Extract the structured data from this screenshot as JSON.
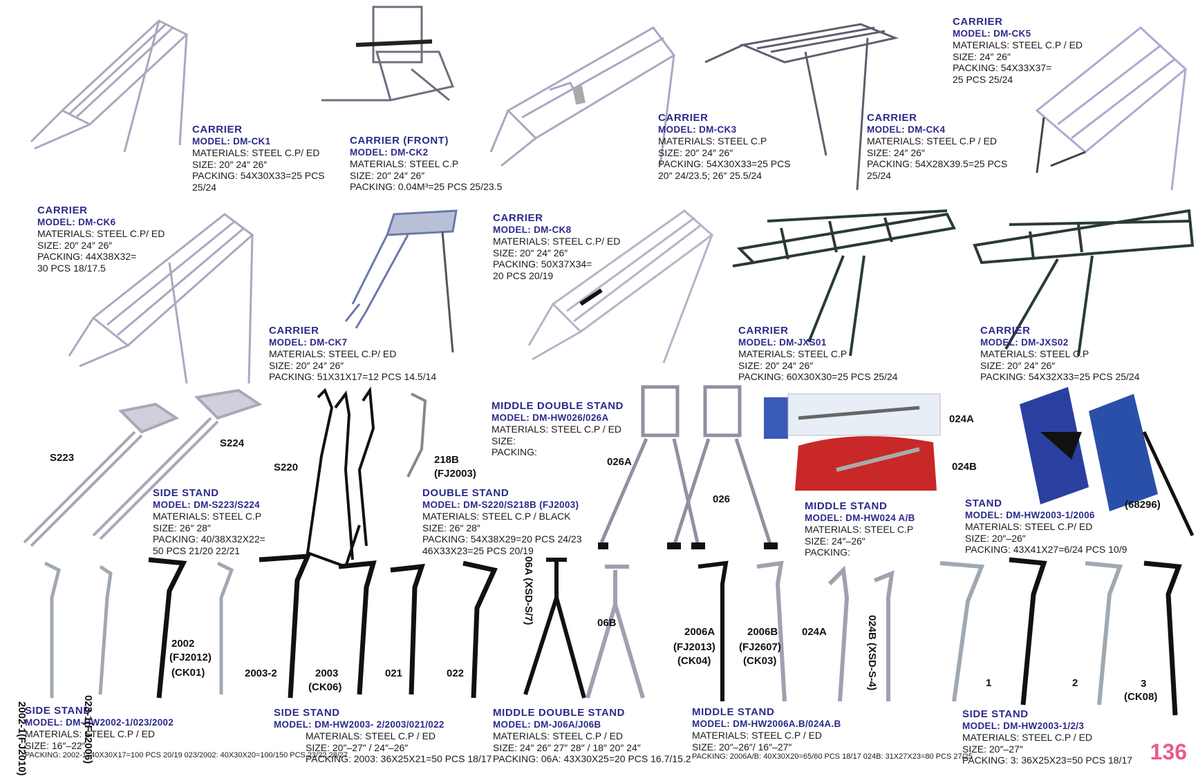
{
  "page_number": "136",
  "products": {
    "ck1": {
      "title": "CARRIER",
      "model": "MODEL: DM-CK1",
      "lines": [
        "MATERIALS:  STEEL C.P/ ED",
        "SIZE:  20″  24″  26″",
        "PACKING:  54X30X33=25 PCS",
        "25/24"
      ]
    },
    "ck2": {
      "title": "CARRIER (FRONT)",
      "model": "MODEL: DM-CK2",
      "lines": [
        "MATERIALS:  STEEL C.P",
        "SIZE:  20″  24″  26″",
        "PACKING:  0.04M³=25 PCS   25/23.5"
      ]
    },
    "ck3": {
      "title": "CARRIER",
      "model": "MODEL: DM-CK3",
      "lines": [
        "MATERIALS:  STEEL C.P",
        "SIZE:  20″  24″  26″",
        "PACKING: 54X30X33=25 PCS",
        "20″  24/23.5;  26″  25.5/24"
      ]
    },
    "ck4": {
      "title": "CARRIER",
      "model": "MODEL: DM-CK4",
      "lines": [
        "MATERIALS:  STEEL C.P / ED",
        "SIZE:  24″  26″",
        "PACKING:  54X28X39.5=25 PCS",
        "25/24"
      ]
    },
    "ck5": {
      "title": "CARRIER",
      "model": "MODEL: DM-CK5",
      "lines": [
        "MATERIALS:  STEEL C.P / ED",
        "SIZE:  24″  26″",
        "PACKING: 54X33X37=",
        "25 PCS     25/24"
      ]
    },
    "ck6": {
      "title": "CARRIER",
      "model": "MODEL: DM-CK6",
      "lines": [
        "MATERIALS:  STEEL  C.P/ ED",
        "SIZE:  20″  24″  26″",
        "PACKING:  44X38X32=",
        "30 PCS   18/17.5"
      ]
    },
    "ck7": {
      "title": "CARRIER",
      "model": "MODEL: DM-CK7",
      "lines": [
        "MATERIALS:  STEEL  C.P/ ED",
        "SIZE:  20″  24″  26″",
        "PACKING:  51X31X17=12 PCS   14.5/14"
      ]
    },
    "ck8": {
      "title": "CARRIER",
      "model": "MODEL: DM-CK8",
      "lines": [
        "MATERIALS:  STEEL  C.P/ ED",
        "SIZE:  20″  24″  26″",
        "PACKING:  50X37X34=",
        "20 PCS   20/19"
      ]
    },
    "jxs01": {
      "title": "CARRIER",
      "model": "MODEL: DM-JXS01",
      "lines": [
        "MATERIALS:  STEEL  C.P",
        "SIZE:  20″  24″  26″",
        "PACKING:  60X30X30=25 PCS     25/24"
      ]
    },
    "jxs02": {
      "title": "CARRIER",
      "model": "MODEL: DM-JXS02",
      "lines": [
        "MATERIALS:  STEEL  C.P",
        "SIZE:  20″  24″  26″",
        "PACKING:  54X32X33=25 PCS     25/24"
      ]
    },
    "s223": {
      "title": "SIDE  STAND",
      "model": "MODEL: DM-S223/S224",
      "lines": [
        "MATERIALS:  STEEL  C.P",
        "SIZE:  26″  28″",
        "PACKING:  40/38X32X22=",
        "50 PCS    21/20    22/21"
      ]
    },
    "s220": {
      "title": "DOUBLE  STAND",
      "model": "MODEL: DM-S220/S218B (FJ2003)",
      "lines": [
        "MATERIALS:  STEEL  C.P / BLACK",
        "SIZE:  26″  28″",
        "PACKING:  54X38X29=20 PCS    24/23",
        "46X33X23=25 PCS   20/19"
      ]
    },
    "hw026": {
      "title": "MIDDLE DOUBLE STAND",
      "model": "MODEL: DM-HW026/026A",
      "lines": [
        "MATERIALS:  STEEL C.P / ED",
        "SIZE:",
        "PACKING:"
      ]
    },
    "hw024": {
      "title": "MIDDLE  STAND",
      "model": "MODEL: DM-HW024 A/B",
      "lines": [
        "MATERIALS:  STEEL  C.P",
        "SIZE: 24″–26″",
        "PACKING:"
      ]
    },
    "hw2003_1": {
      "title": "STAND",
      "model": "MODEL: DM-HW2003-1/2006",
      "lines": [
        "MATERIALS:  STEEL C.P/ ED",
        "SIZE: 20″–26″",
        "PACKING:  43X41X27=6/24 PCS       10/9"
      ]
    },
    "hw2002": {
      "title": "SIDE  STAND",
      "model": "MODEL: DM-HW2002-1/023/2002",
      "lines": [
        "MATERIALS:  STEEL C.P / ED",
        "SIZE:   16″–22″"
      ],
      "small": "PACKING:  2002-1: 40X30X17=100 PCS  20/19    023/2002: 40X30X20=100/150 PCS 23/22  28/27"
    },
    "hw2003_2": {
      "title": "SIDE  STAND",
      "model": "MODEL: DM-HW2003- 2/2003/021/022",
      "lines": [
        "MATERIALS:  STEEL C.P / ED",
        "SIZE:   20″–27″ / 24″–26″",
        "PACKING: 2003: 36X25X21=50 PCS    18/17"
      ]
    },
    "j06": {
      "title": "MIDDLE DOUBLE  STAND",
      "model": "MODEL: DM-J06A/J06B",
      "lines": [
        "MATERIALS:  STEEL C.P / ED",
        "SIZE:  24″  26″ 27″   28″ / 18″ 20″ 24″",
        "PACKING:  06A: 43X30X25=20 PCS    16.7/15.2"
      ]
    },
    "hw2006": {
      "title": "MIDDLE  STAND",
      "model": "MODEL: DM-HW2006A.B/024A.B",
      "lines": [
        "MATERIALS:  STEEL C.P / ED",
        "SIZE:  20″–26″/ 16″–27″"
      ],
      "small": "PACKING: 2006A/B: 40X30X20=65/60 PCS  18/17    024B: 31X27X23=80 PCS    27/25"
    },
    "hw2003_123": {
      "title": "SIDE  STAND",
      "model": "MODEL: DM-HW2003-1/2/3",
      "lines": [
        "MATERIALS:  STEEL C.P / ED",
        "SIZE:  20″–27″",
        "PACKING:  3: 36X25X23=50 PCS     18/17"
      ]
    }
  },
  "labels": {
    "s223": "S223",
    "s224": "S224",
    "s220": "S220",
    "s218b_1": "218B",
    "s218b_2": "(FJ2003)",
    "a026": "026A",
    "b026": "026",
    "a024_top": "024A",
    "b024_top": "024B",
    "p68296": "(68296)",
    "v2002_1": "2002-1(FJ2010)",
    "v023_1": "023-1(FJ2006)",
    "l2002_1": "2002",
    "l2002_2": "(FJ2012)",
    "l2002_3": "(CK01)",
    "l2003_2": "2003-2",
    "l2003_1": "2003",
    "l2003_c": "(CK06)",
    "l021": "021",
    "l022": "022",
    "v06a": "06A (XSD-S/7)",
    "l06b": "06B",
    "l2006a_1": "2006A",
    "l2006a_2": "(FJ2013)",
    "l2006a_3": "(CK04)",
    "l2006b_1": "2006B",
    "l2006b_2": "(FJ2607)",
    "l2006b_3": "(CK03)",
    "l024a": "024A",
    "v024b": "024B (XSD-S-4)",
    "l1": "1",
    "l2": "2",
    "l3": "3",
    "l3c": "(CK08)"
  },
  "colors": {
    "heading": "#2b2a8a",
    "page_number": "#e85a8e",
    "chrome": "#9a9ab0",
    "black_part": "#111111"
  }
}
